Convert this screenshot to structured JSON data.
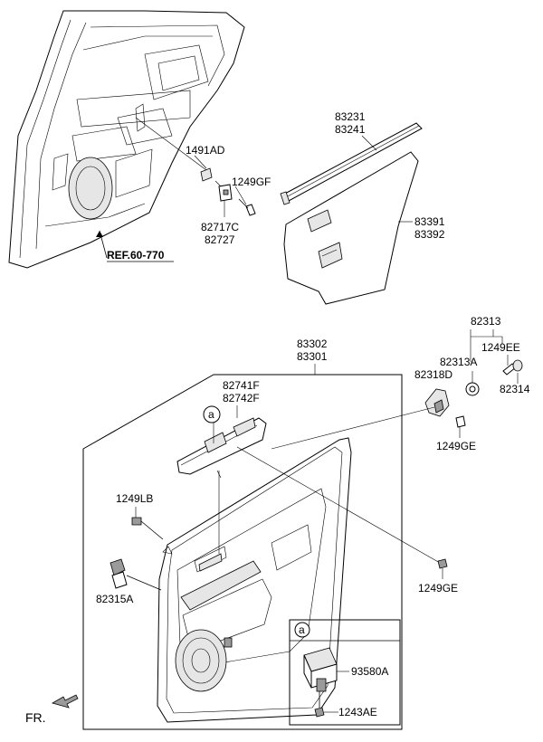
{
  "labels": {
    "p1491AD": "1491AD",
    "p1249GF": "1249GF",
    "p82717C": "82717C",
    "p82727": "82727",
    "ref": "REF.60-770",
    "p83231": "83231",
    "p83241": "83241",
    "p83391": "83391",
    "p83392": "83392",
    "p82313": "82313",
    "p1249EE": "1249EE",
    "p82313A": "82313A",
    "p82318D": "82318D",
    "p82314": "82314",
    "p1249GE_top": "1249GE",
    "p83302": "83302",
    "p83301": "83301",
    "p82741F": "82741F",
    "p82742F": "82742F",
    "callout_a": "a",
    "p1249LB": "1249LB",
    "p82315A": "82315A",
    "p1249GE_bottom": "1249GE",
    "inset_a": "a",
    "p93580A": "93580A",
    "p1243AE": "1243AE",
    "fr": "FR."
  }
}
